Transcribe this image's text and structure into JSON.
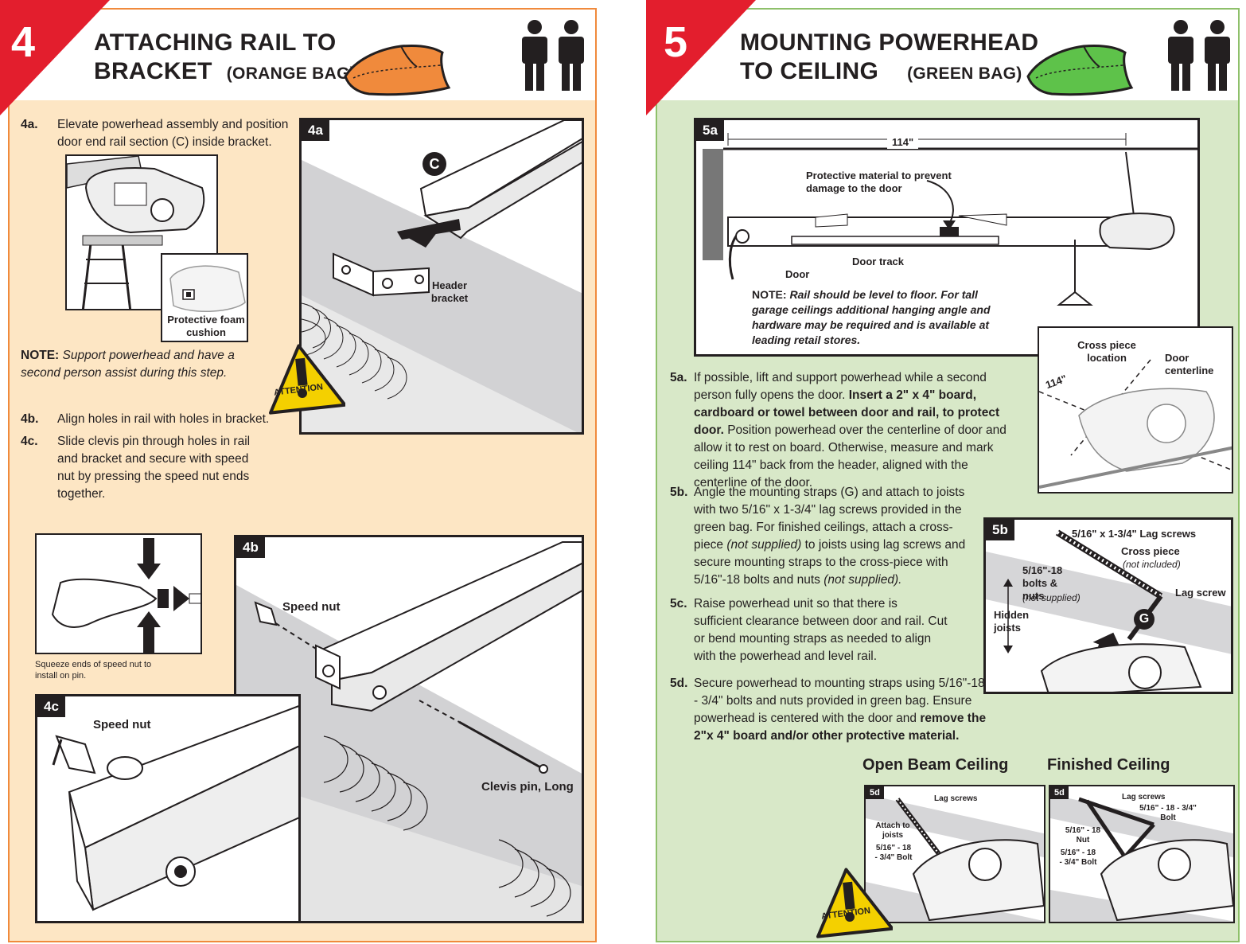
{
  "step4": {
    "number": "4",
    "title_line1": "ATTACHING RAIL TO",
    "title_line2": "BRACKET",
    "bag": "(ORANGE BAG)",
    "steps": [
      {
        "key": "4a.",
        "text": "Elevate powerhead assembly and position door end rail section (C) inside bracket."
      },
      {
        "key": "4b.",
        "text": "Align holes in rail with holes in bracket."
      },
      {
        "key": "4c.",
        "text": "Slide clevis pin through holes in rail and bracket and secure with speed nut by pressing the speed nut ends together."
      }
    ],
    "note_label": "NOTE:",
    "note_text": "Support powerhead and have a second person assist during this step.",
    "foam_label": "Protective foam cushion",
    "fig4a": {
      "tag": "4a",
      "callout": "C",
      "bracket_label": "Header bracket",
      "attention": "ATTENTION"
    },
    "squeeze_caption": "Squeeze ends of speed nut to install on pin.",
    "fig4b": {
      "tag": "4b",
      "speed_nut": "Speed nut",
      "clevis": "Clevis pin, Long"
    },
    "fig4c": {
      "tag": "4c",
      "speed_nut": "Speed nut"
    }
  },
  "step5": {
    "number": "5",
    "title_line1": "MOUNTING POWERHEAD",
    "title_line2": "TO CEILING",
    "bag": "(GREEN BAG)",
    "fig5a": {
      "tag": "5a",
      "dimension": "114\"",
      "protective": "Protective material to prevent damage to the door",
      "door_track": "Door track",
      "door": "Door",
      "note_label": "NOTE:",
      "note_text": "Rail should be level to floor. For tall garage ceilings additional hanging angle and hardware may be required and is available at leading retail stores."
    },
    "cross_piece_location": "Cross piece location",
    "door_centerline": "Door centerline",
    "inset_dimension": "114\"",
    "steps": [
      {
        "key": "5a.",
        "text_pre": "If possible, lift and support powerhead while a second person fully opens the door. ",
        "bold": "Insert a 2\" x 4\" board, cardboard or towel between door and rail, to protect door.",
        "text_post": " Position powerhead over the centerline of door and allow it to rest on board. Otherwise, measure and mark ceiling 114\" back from the header, aligned with the centerline of the door."
      },
      {
        "key": "5b.",
        "text_pre": "Angle the mounting straps (G) and attach to joists with two 5/16\" x 1-3/4\" lag screws provided in the green bag. For finished ceilings, attach a cross-piece ",
        "ital1": "(not supplied)",
        "text_mid": " to joists using lag screws and secure mounting straps to the cross-piece with 5/16\"-18 bolts and nuts ",
        "ital2": "(not supplied).",
        "text_post": ""
      },
      {
        "key": "5c.",
        "text_pre": "Raise powerhead unit so that there is sufficient clearance between door and rail. Cut or bend mounting straps as needed to align with the powerhead and level rail."
      },
      {
        "key": "5d.",
        "text_pre": "Secure powerhead to mounting straps using 5/16\"-18 - 3/4\" bolts and nuts provided in green bag. Ensure powerhead is centered with the door and ",
        "bold": "remove the 2\"x 4\" board and/or other protective material."
      }
    ],
    "fig5b": {
      "tag": "5b",
      "lag_screws": "5/16\" x 1-3/4\" Lag screws",
      "cross_piece": "Cross piece",
      "not_included": "(not included)",
      "bolts": "5/16\"-18 bolts & nuts",
      "not_supplied": "(not supplied)",
      "lag_screw": "Lag screw",
      "hidden_joists": "Hidden joists",
      "callout": "G"
    },
    "open_beam": "Open Beam Ceiling",
    "finished": "Finished Ceiling",
    "fig5d_left": {
      "tag": "5d",
      "lag": "Lag screws",
      "attach": "Attach to joists",
      "bolt": "5/16\" - 18 - 3/4\" Bolt"
    },
    "fig5d_right": {
      "tag": "5d",
      "lag": "Lag screws",
      "bolt_top": "5/16\" - 18 - 3/4\" Bolt",
      "nut": "5/16\" - 18 Nut",
      "bolt": "5/16\" - 18 - 3/4\" Bolt"
    },
    "attention": "ATTENTION"
  },
  "colors": {
    "red": "#e31e2d",
    "orange": "#f08a3c",
    "orange_bg": "#fde6c4",
    "green": "#8ec06a",
    "green_bg": "#d8e8c8",
    "yellow": "#f4d000",
    "ink": "#231f20"
  }
}
